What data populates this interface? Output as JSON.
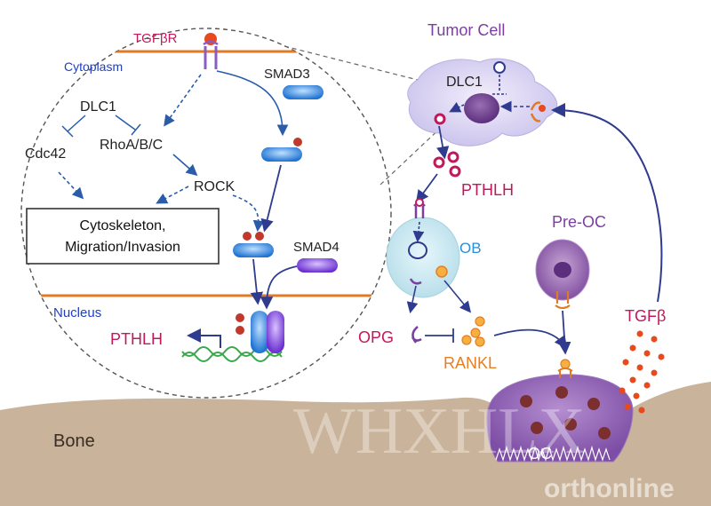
{
  "colors": {
    "purple": "#6a3d9a",
    "magenta": "#c2185b",
    "blue": "#2a5caa",
    "orange": "#e67e22",
    "bone": "#c9b39a",
    "membrane": "#e07b24",
    "red": "#e74c3c"
  },
  "inset": {
    "receptor": "TGFβR",
    "cytoplasm": "Cytoplasm",
    "smad3": "SMAD3",
    "dlc1": "DLC1",
    "cdc42": "Cdc42",
    "rho": "RhoA/B/C",
    "rock": "ROCK",
    "cyto_box_line1": "Cytoskeleton,",
    "cyto_box_line2": "Migration/Invasion",
    "smad4": "SMAD4",
    "nucleus": "Nucleus",
    "pthlh": "PTHLH"
  },
  "right": {
    "tumor_cell": "Tumor Cell",
    "dlc1": "DLC1",
    "pthlh": "PTHLH",
    "ob": "OB",
    "pre_oc": "Pre-OC",
    "opg": "OPG",
    "rankl": "RANKL",
    "tgfb": "TGFβ",
    "oc": "OC"
  },
  "bone": "Bone",
  "watermark": "WHXHLX",
  "watermark_logo": "orthonline"
}
